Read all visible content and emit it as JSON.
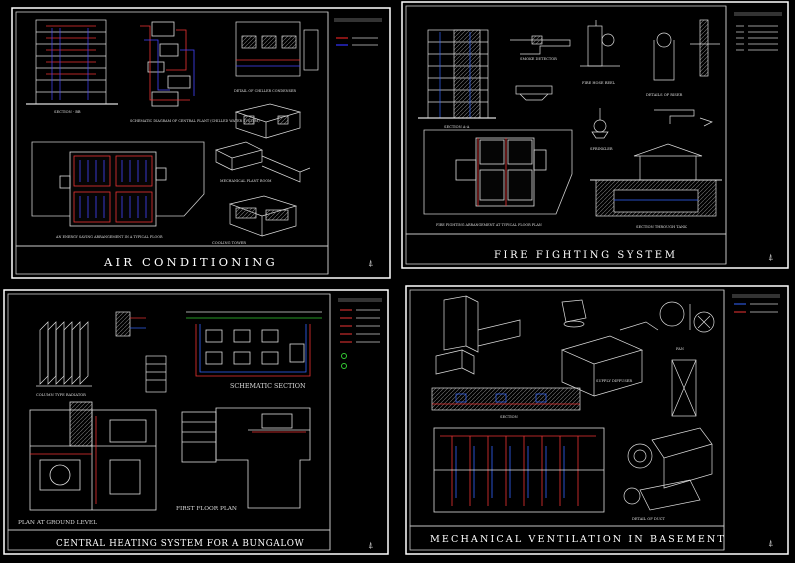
{
  "sheets": [
    {
      "title": "AIR CONDITIONING",
      "labels": [
        "SECTION - BB",
        "SCHEMATIC DIAGRAM OF CENTRAL PLANT (CHILLED WATER SYSTEM)",
        "DETAIL OF CHILLER CONDENSER",
        "AN ENERGY SAVING ARRANGEMENT IN A TYPICAL FLOOR",
        "MECHANICAL PLANT ROOM",
        "COOLING TOWER"
      ]
    },
    {
      "title": "FIRE FIGHTING SYSTEM",
      "labels": [
        "SECTION A-A",
        "SMOKE DETECTOR",
        "FIRE HOSE REEL",
        "DETAILS OF RISER",
        "SPRINKLER",
        "FIRE FIGHTING ARRANGEMENT AT TYPICAL FLOOR PLAN",
        "SECTION THROUGH TANK"
      ]
    },
    {
      "title": "CENTRAL HEATING SYSTEM FOR A BUNGALOW",
      "labels": [
        "COLUMN TYPE RADIATOR",
        "SCHEMATIC SECTION",
        "PLAN AT GROUND LEVEL",
        "FIRST FLOOR PLAN"
      ]
    },
    {
      "title": "MECHANICAL VENTILATION IN BASEMENT",
      "labels": [
        "FAN",
        "SECTION",
        "SUPPLY DIFFUSER",
        "DETAIL OF DUCT"
      ]
    }
  ]
}
